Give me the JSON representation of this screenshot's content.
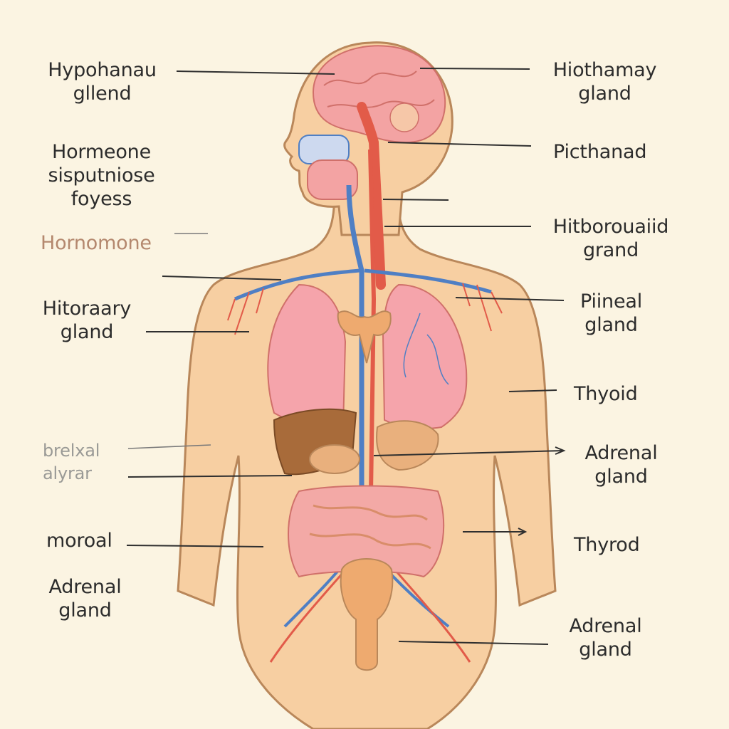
{
  "labels": {
    "l1": "Hypohanau\ngllend",
    "l2": "Hormeone\nsisputniose\nfoyess",
    "l3": "Hornomone",
    "l4": "Hitoraary\ngland",
    "l5": "brelxal\nalyrar",
    "l6": "moroal",
    "l7": "Adrenal\ngland",
    "r1": "Hiothamay\ngland",
    "r2": "Picthanad",
    "r3": "Hitborouaiid\ngrand",
    "r4": "Piineal\ngland",
    "r5": "Thyoid",
    "r6": "Adrenal\ngland",
    "r7": "Thyrod",
    "r8": "Adrenal\ngland"
  },
  "colors": {
    "background": "#fbf4e2",
    "skin": "#f7cfa2",
    "skin_outline": "#b9875a",
    "organ_pink": "#f29c9c",
    "artery_red": "#e25b49",
    "vein_blue": "#4f7fc4",
    "liver_brown": "#a86b3a"
  }
}
